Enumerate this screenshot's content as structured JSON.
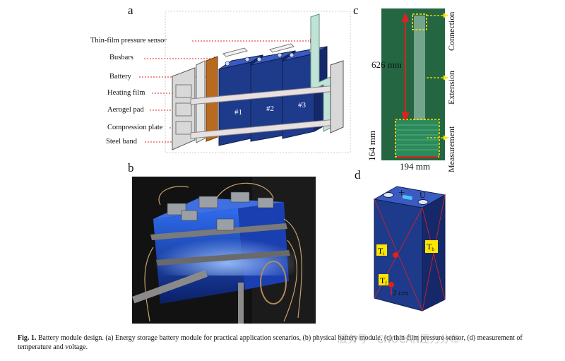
{
  "panels": {
    "a": {
      "letter": "a",
      "callouts": [
        "Thin-film pressure sensor",
        "Busbars",
        "Battery",
        "Heating film",
        "Aerogel pad",
        "Compression plate",
        "Steel band"
      ],
      "cells": [
        "#1",
        "#2",
        "#3"
      ]
    },
    "b": {
      "letter": "b"
    },
    "c": {
      "letter": "c",
      "length": "626 mm",
      "height": "164 mm",
      "width": "194 mm",
      "regions": [
        "Connection",
        "Extension",
        "Measurement"
      ]
    },
    "d": {
      "letter": "d",
      "plus": "+",
      "voltage": "U",
      "t_left": "T",
      "t_left_sub": "i",
      "t_right": "T",
      "t_right_sub": "b",
      "t_bottom": "T",
      "t_bottom_sub": "f",
      "distance": "2 cm"
    }
  },
  "caption": {
    "label": "Fig. 1.",
    "text": "Battery module design. (a) Energy storage battery module for practical application scenarios, (b) physical battery module, (c) thin-film pressure sensor, (d) measurement of temperature and voltage."
  },
  "watermark": "服务号 · CNOCAN压力分布",
  "colors": {
    "battery_blue": "#1e3a8a",
    "arrow_red": "#e02020",
    "sensor_green": "#1f5e3c",
    "label_yellow": "#ffe600"
  }
}
